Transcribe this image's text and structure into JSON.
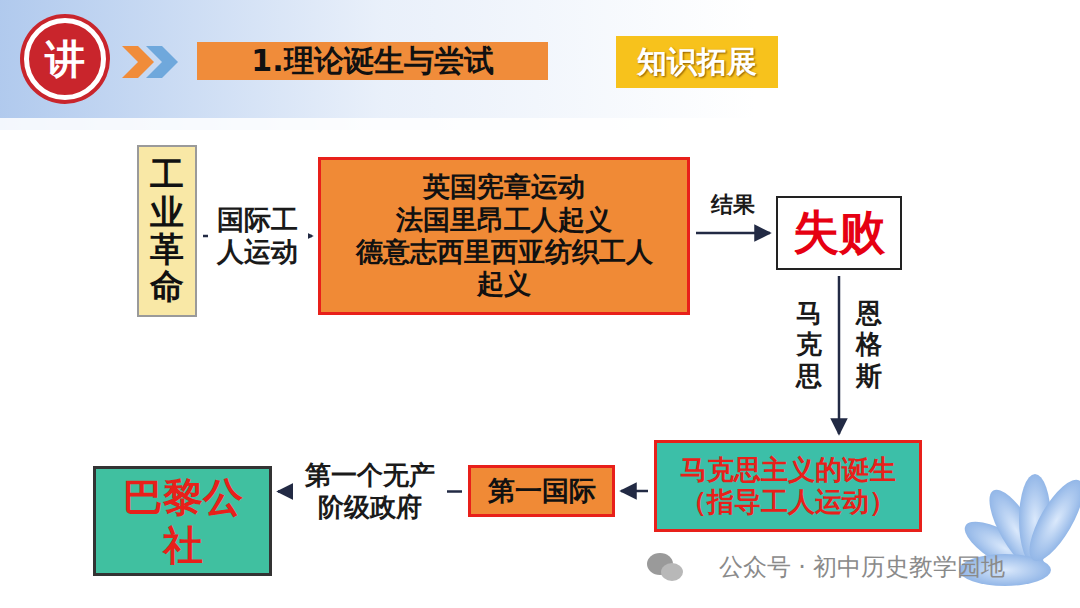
{
  "diagram": {
    "title": "1.理论诞生与尝试",
    "nodes": [
      {
        "text": [
          "讲"
        ]
      },
      {
        "text": [
          "知识拓展"
        ]
      },
      {
        "text": [
          "工业革命"
        ]
      },
      {
        "text": [
          "英国宪章运动",
          "法国里昂工人起义",
          "德意志西里西亚纺织工人起义"
        ]
      },
      {
        "text": [
          "失败"
        ]
      },
      {
        "text": [
          "马克思主义的诞生",
          "（指导工人运动）"
        ]
      },
      {
        "text": [
          "第一国际"
        ]
      },
      {
        "text": [
          "巴黎公社"
        ]
      }
    ],
    "edges": [
      {
        "from": 2,
        "to": 3,
        "label": "国际工人运动",
        "arrow": "to"
      },
      {
        "from": 3,
        "to": 4,
        "label": "结果",
        "arrow": "to"
      },
      {
        "from": 4,
        "to": 5,
        "label": "马克思",
        "arrow": "to"
      },
      {
        "from": 5,
        "to": 6,
        "arrow": "to"
      },
      {
        "from": 6,
        "to": 7,
        "label": "第一个无产阶级政府",
        "arrow": "to"
      }
    ],
    "labels": [
      "恩格斯",
      "公众号 · 初中历史教学园地"
    ]
  }
}
